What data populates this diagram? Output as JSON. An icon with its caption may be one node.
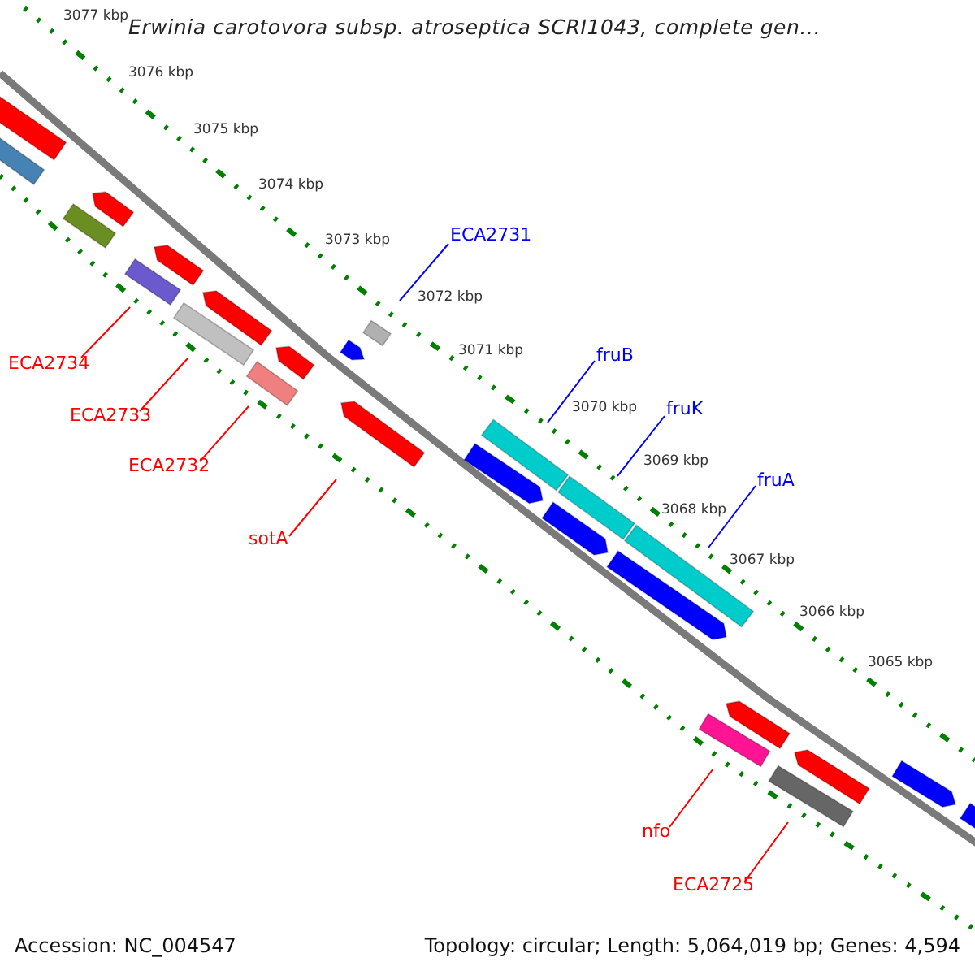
{
  "diagram": {
    "title": "Erwinia carotovora subsp. atroseptica SCRI1043, complete gen...",
    "nodes": [
      {
        "text": [
          "ECA2731"
        ]
      },
      {
        "text": [
          "fruB"
        ]
      },
      {
        "text": [
          "ECA2734"
        ]
      },
      {
        "text": [
          "fruK"
        ]
      },
      {
        "text": [
          "ECA2733"
        ]
      },
      {
        "text": [
          "ECA2732"
        ]
      },
      {
        "text": [
          "fruA"
        ]
      },
      {
        "text": [
          "sotA"
        ]
      },
      {
        "text": [
          "nfo"
        ]
      },
      {
        "text": [
          "ECA2725"
        ]
      }
    ],
    "edges": [
      {
        "from": 0,
        "to": null,
        "arrow": "none",
        "color": "#0000ff"
      },
      {
        "from": 1,
        "to": null,
        "arrow": "none",
        "color": "#0000ff"
      },
      {
        "from": 2,
        "to": null,
        "arrow": "none"
      },
      {
        "from": 3,
        "to": null,
        "arrow": "none",
        "color": "#0000ff"
      },
      {
        "from": 4,
        "to": null,
        "arrow": "none"
      },
      {
        "from": 5,
        "to": null,
        "arrow": "none"
      },
      {
        "from": 6,
        "to": null,
        "arrow": "none",
        "color": "#0000ff"
      },
      {
        "from": 7,
        "to": null,
        "arrow": "none"
      },
      {
        "from": 8,
        "to": null,
        "arrow": "none"
      },
      {
        "from": 9,
        "to": null,
        "arrow": "none"
      }
    ],
    "labels": [
      "3077 kbp",
      "3076 kbp",
      "3075 kbp",
      "3074 kbp",
      "3073 kbp",
      "3072 kbp",
      "3071 kbp",
      "3070 kbp",
      "3069 kbp",
      "3068 kbp",
      "3067 kbp",
      "3066 kbp",
      "3065 kbp",
      "Accession: NC_004547",
      "Topology: circular; Length: 5,064,019 bp; Genes: 4,594"
    ]
  }
}
